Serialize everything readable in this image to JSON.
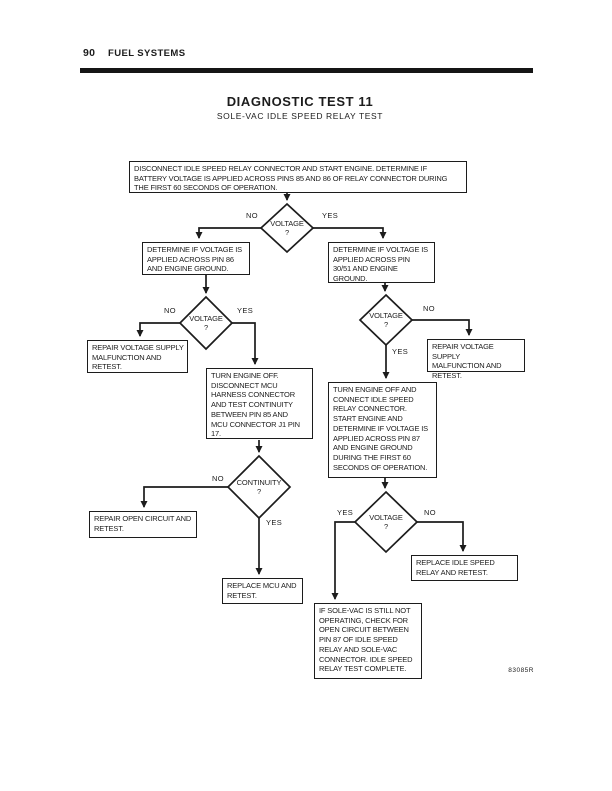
{
  "header": {
    "page_number": "90",
    "section": "FUEL SYSTEMS"
  },
  "title": "DIAGNOSTIC TEST 11",
  "subtitle": "SOLE-VAC IDLE SPEED RELAY TEST",
  "figure_code": "83085R",
  "colors": {
    "ink": "#1c1c1c",
    "paper": "#ffffff"
  },
  "flowchart": {
    "boxes": [
      {
        "id": "start",
        "text": "DISCONNECT IDLE SPEED RELAY CONNECTOR AND START ENGINE. DETERMINE IF\nBATTERY VOLTAGE IS APPLIED ACROSS PINS 85 AND 86 OF RELAY CONNECTOR DURING\nTHE FIRST 60 SECONDS OF OPERATION."
      },
      {
        "id": "check-pin-86",
        "text": "DETERMINE IF VOLTAGE IS\nAPPLIED ACROSS PIN 86\nAND ENGINE GROUND."
      },
      {
        "id": "check-pin-30-51",
        "text": "DETERMINE IF VOLTAGE IS\nAPPLIED ACROSS PIN\n30/51 AND ENGINE\nGROUND."
      },
      {
        "id": "repair-voltage-supply-left",
        "text": "REPAIR VOLTAGE SUPPLY\nMALFUNCTION AND\nRETEST."
      },
      {
        "id": "test-continuity-mcu",
        "text": "TURN ENGINE OFF.\nDISCONNECT MCU\nHARNESS CONNECTOR\nAND TEST CONTINUITY\nBETWEEN PIN 85 AND\nMCU CONNECTOR J1 PIN\n17."
      },
      {
        "id": "repair-voltage-supply-right",
        "text": "REPAIR VOLTAGE SUPPLY\nMALFUNCTION AND\nRETEST."
      },
      {
        "id": "check-pin-87",
        "text": "TURN ENGINE OFF AND\nCONNECT IDLE SPEED\nRELAY CONNECTOR.\nSTART ENGINE AND\nDETERMINE IF VOLTAGE IS\nAPPLIED ACROSS PIN 87\nAND ENGINE GROUND\nDURING THE FIRST 60\nSECONDS OF OPERATION."
      },
      {
        "id": "repair-open-circuit",
        "text": "REPAIR OPEN CIRCUIT AND\nRETEST."
      },
      {
        "id": "replace-mcu",
        "text": "REPLACE MCU AND\nRETEST."
      },
      {
        "id": "replace-idle-speed-relay",
        "text": "REPLACE IDLE SPEED\nRELAY AND RETEST."
      },
      {
        "id": "sole-vac-check-complete",
        "text": "IF SOLE-VAC IS STILL NOT\nOPERATING, CHECK FOR\nOPEN CIRCUIT BETWEEN\nPIN 87 OF IDLE SPEED\nRELAY AND SOLE-VAC\nCONNECTOR. IDLE SPEED\nRELAY TEST COMPLETE."
      }
    ],
    "decisions": [
      {
        "id": "voltage-1",
        "label": "VOLTAGE\n?",
        "no": "NO",
        "yes": "YES"
      },
      {
        "id": "voltage-2",
        "label": "VOLTAGE\n?",
        "no": "NO",
        "yes": "YES"
      },
      {
        "id": "voltage-3",
        "label": "VOLTAGE\n?",
        "no": "NO",
        "yes": "YES"
      },
      {
        "id": "continuity",
        "label": "CONTINUITY\n?",
        "no": "NO",
        "yes": "YES"
      },
      {
        "id": "voltage-4",
        "label": "VOLTAGE\n?",
        "no": "NO",
        "yes": "YES"
      }
    ]
  }
}
